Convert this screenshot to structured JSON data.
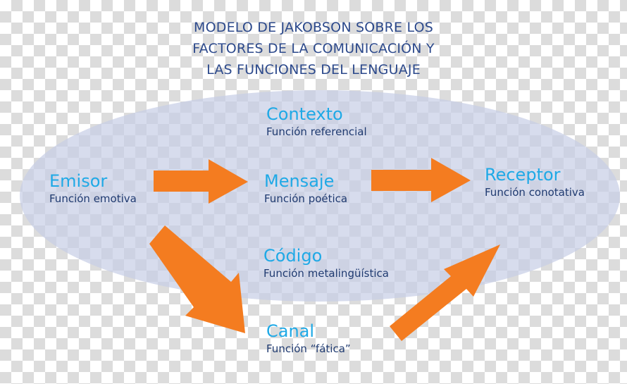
{
  "title_lines": [
    "MODELO DE JAKOBSON SOBRE LOS",
    "FACTORES DE LA COMUNICACIÓN Y",
    "LAS FUNCIONES DEL LENGUAJE"
  ],
  "nodes": {
    "contexto": {
      "name": "Contexto",
      "function": "Función referencial"
    },
    "emisor": {
      "name": "Emisor",
      "function": "Función emotiva"
    },
    "mensaje": {
      "name": "Mensaje",
      "function": "Función poética"
    },
    "receptor": {
      "name": "Receptor",
      "function": "Función conotativa"
    },
    "codigo": {
      "name": "Código",
      "function": "Función metalingüística"
    },
    "canal": {
      "name": "Canal",
      "function": "Función  “fática”"
    }
  },
  "colors": {
    "arrow": "#f47c20",
    "factor_name": "#1fa9e6",
    "function_text": "#1f3a70",
    "title": "#2d4a8c",
    "ellipse": "#c8cee6"
  }
}
